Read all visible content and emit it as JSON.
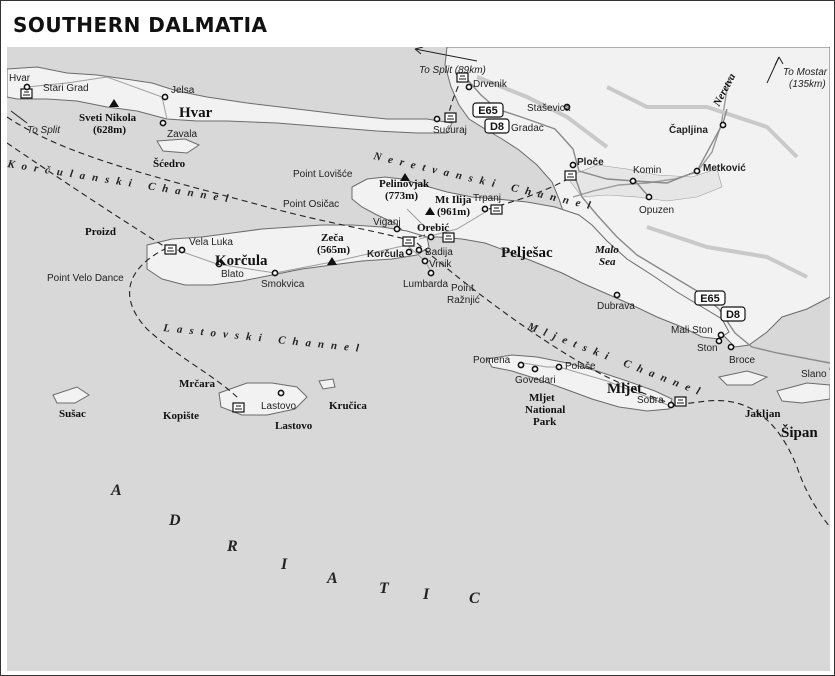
{
  "title": "SOUTHERN DALMATIA",
  "places": {
    "hvar_town": "Hvar",
    "stari_grad": "Stari Grad",
    "jelsa": "Jelsa",
    "zavala": "Zavala",
    "drvenik": "Drvenik",
    "sucuraj": "Sućuraj",
    "stasevica": "Staševica",
    "gradac": "Gradac",
    "ploce": "Ploče",
    "komin": "Komin",
    "opuzen": "Opuzen",
    "metkovic": "Metković",
    "capljina": "Čapljina",
    "trpanj": "Trpanj",
    "viganj": "Viganj",
    "orebic": "Orebić",
    "korcula_town": "Korčula",
    "badija": "Badija",
    "vrnik": "Vrnik",
    "lumbarda": "Lumbarda",
    "vela_luka": "Vela Luka",
    "blato": "Blato",
    "smokvica": "Smokvica",
    "dubrava": "Dubrava",
    "mali_ston": "Mali Ston",
    "ston": "Ston",
    "broce": "Broce",
    "slano": "Slano",
    "pomena": "Pomena",
    "polace": "Polače",
    "govedari": "Govedari",
    "sobra": "Sobra",
    "lastovo_town": "Lastovo"
  },
  "islands": {
    "hvar": "Hvar",
    "scedro": "Šćedro",
    "korcula": "Korčula",
    "peljesac": "Pelješac",
    "mljet": "Mljet",
    "lastovo": "Lastovo",
    "mrcara": "Mrčara",
    "kopiste": "Kopište",
    "krucica": "Kručica",
    "susac": "Sušac",
    "jakljan": "Jakljan",
    "sipan": "Šipan",
    "mljet_park": [
      "Mljet",
      "National",
      "Park"
    ]
  },
  "points": {
    "lovisce": "Point Lovišće",
    "osicac": "Point Osičac",
    "proizd": "Proizd",
    "velo_dance": "Point Velo Dance",
    "raznjic": [
      "Point",
      "Ražnjić"
    ]
  },
  "peaks": {
    "sveti_nikola": [
      "Sveti Nikola",
      "(628m)"
    ],
    "pelinovjak": [
      "Pelinovjak",
      "(773m)"
    ],
    "mt_ilija": [
      "Mt Ilija",
      "(961m)"
    ],
    "zeca": [
      "Zeča",
      "(565m)"
    ]
  },
  "waters": {
    "korculanski": "Korčulanski Channel",
    "neretvanski": "Neretvanski Channel",
    "lastovski": "Lastovski Channel",
    "mljetski": "Mljetski Channel",
    "malo_sea": [
      "Malo",
      "Sea"
    ],
    "neretva": "Neretva",
    "adriatic": [
      "A",
      "D",
      "R",
      "I",
      "A",
      "T",
      "I",
      "C"
    ]
  },
  "routes": {
    "to_split_north": "To Split (89km)",
    "to_split_west": "To Split",
    "to_mostar": [
      "To Mostar",
      "(135km)"
    ],
    "e65_north": "E65",
    "d8_north": "D8",
    "e65_south": "E65",
    "d8_south": "D8"
  },
  "colors": {
    "sea": "#d8d8d8",
    "land": "#f2f2f2",
    "coast": "#6b6b6b",
    "roads": "#8a8a8a"
  }
}
